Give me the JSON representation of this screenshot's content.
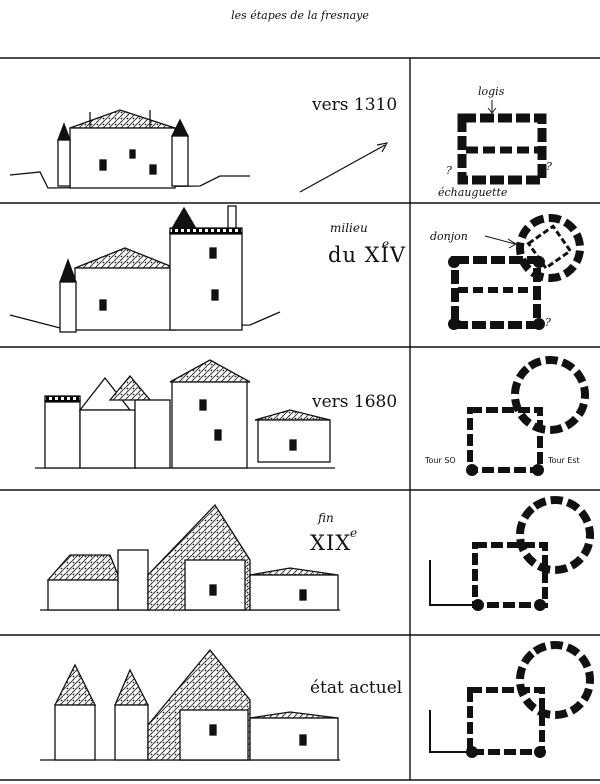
{
  "title": "les étapes de la fresnaye",
  "stages": [
    {
      "era_text": "vers 1310",
      "plan_labels": [
        "logis",
        "échauguette",
        "?",
        "?"
      ]
    },
    {
      "era_line1": "milieu",
      "era_line2": "du XIV",
      "era_sup": "e",
      "plan_labels": [
        "donjon",
        "?",
        "?"
      ]
    },
    {
      "era_text": "vers 1680",
      "plan_labels": [
        "Tour SO",
        "Tour Est"
      ]
    },
    {
      "era_line1": "fin",
      "era_line2": "XIX",
      "era_sup": "e"
    },
    {
      "era_text": "état actuel"
    }
  ],
  "colors": {
    "ink": "#111111",
    "paper": "#ffffff",
    "roof_tone": "#555555"
  }
}
